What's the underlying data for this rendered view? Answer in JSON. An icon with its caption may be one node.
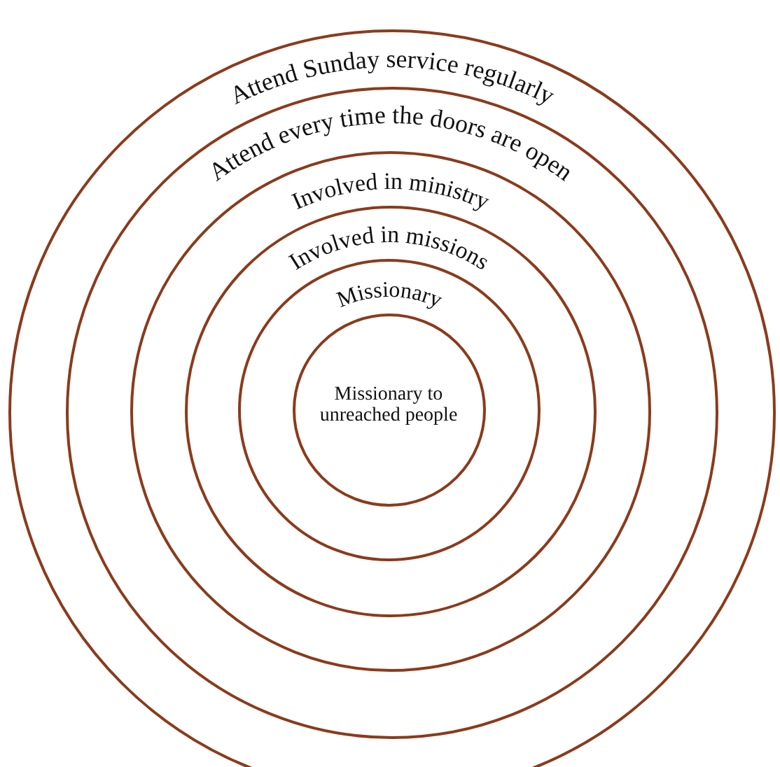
{
  "diagram": {
    "nodes": [
      {
        "text": [
          "Attend Sunday service regularly"
        ]
      },
      {
        "text": [
          "Attend every time the doors are open"
        ],
        "in": 0
      },
      {
        "text": [
          "Involved in ministry"
        ],
        "in": 1
      },
      {
        "text": [
          "Involved in missions"
        ],
        "in": 2
      },
      {
        "text": [
          "Missionary"
        ],
        "in": 3
      },
      {
        "text": [
          "Missionary to unreached people"
        ],
        "in": 4
      }
    ]
  }
}
